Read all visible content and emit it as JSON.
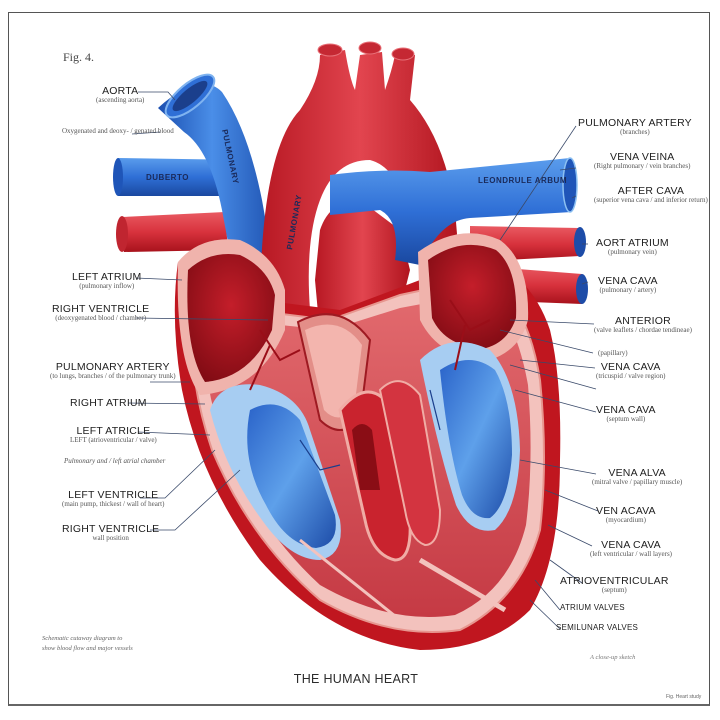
{
  "figure": {
    "fig_number": "Fig. 4.",
    "title": "THE HUMAN HEART",
    "note_left": [
      "Schematic cutaway diagram to",
      "show blood flow and major vessels"
    ],
    "note_right": "A close-up sketch",
    "credit": "Fig. Heart study"
  },
  "colors": {
    "oxygenated_red": "#d8323d",
    "deep_red": "#b5141f",
    "deoxygenated_blue": "#2f6fd6",
    "light_blue": "#8fc0ef",
    "tissue_pink": "#f1a9a2",
    "frame": "#555555"
  },
  "vessel_labels": {
    "superior_vessel": "PULMONARY",
    "left_branch": "DUBERTO",
    "arch": "PULMONARY",
    "right_branch": "LEONDRULE ARBUM"
  },
  "labels_left": [
    {
      "title": "AORTA",
      "sub": "(ascending aorta)"
    },
    {
      "title": "",
      "sub": "Oxygenated and deoxy- / genated blood"
    },
    {
      "title": "LEFT ATRIUM",
      "sub": "(pulmonary inflow)"
    },
    {
      "title": "RIGHT VENTRICLE",
      "sub": "(deoxygenated blood / chamber)"
    },
    {
      "title": "PULMONARY ARTERY",
      "sub": "(to lungs, branches / of the pulmonary trunk)"
    },
    {
      "title": "RIGHT ATRIUM",
      "sub": ""
    },
    {
      "title": "LEFT ATRICLE",
      "sub": "LEFT (atrioventricular / valve)"
    },
    {
      "title": "",
      "sub": "Pulmonary and / left atrial chamber"
    },
    {
      "title": "LEFT VENTRICLE",
      "sub": "(main pump, thickest / wall of heart)"
    },
    {
      "title": "RIGHT VENTRICLE",
      "sub": "wall position"
    }
  ],
  "labels_right": [
    {
      "title": "PULMONARY ARTERY",
      "sub": "(branches)"
    },
    {
      "title": "VENA VEINA",
      "sub": "(Right pulmonary / vein branches)"
    },
    {
      "title": "AFTER CAVA",
      "sub": "(superior vena cava / and inferior return)"
    },
    {
      "title": "AORT ATRIUM",
      "sub": "(pulmonary vein)"
    },
    {
      "title": "VENA CAVA",
      "sub": "(pulmonary / artery)"
    },
    {
      "title": "ANTERIOR",
      "sub": "(valve leaflets / chordae tendineae)"
    },
    {
      "title": "",
      "sub": "(papillary)"
    },
    {
      "title": "VENA CAVA",
      "sub": "(tricuspid / valve region)"
    },
    {
      "title": "VENA CAVA",
      "sub": "(septum wall)"
    },
    {
      "title": "VENA ALVA",
      "sub": "(mitral valve / papillary muscle)"
    },
    {
      "title": "VEN ACAVA",
      "sub": "(myocardium)"
    },
    {
      "title": "VENA CAVA",
      "sub": "(left ventricular / wall layers)"
    },
    {
      "title": "ATRIOVENTRICULAR",
      "sub": "(septum)"
    },
    {
      "title": "ATRIUM VALVES",
      "sub": ""
    },
    {
      "title": "SEMILUNAR VALVES",
      "sub": ""
    }
  ]
}
